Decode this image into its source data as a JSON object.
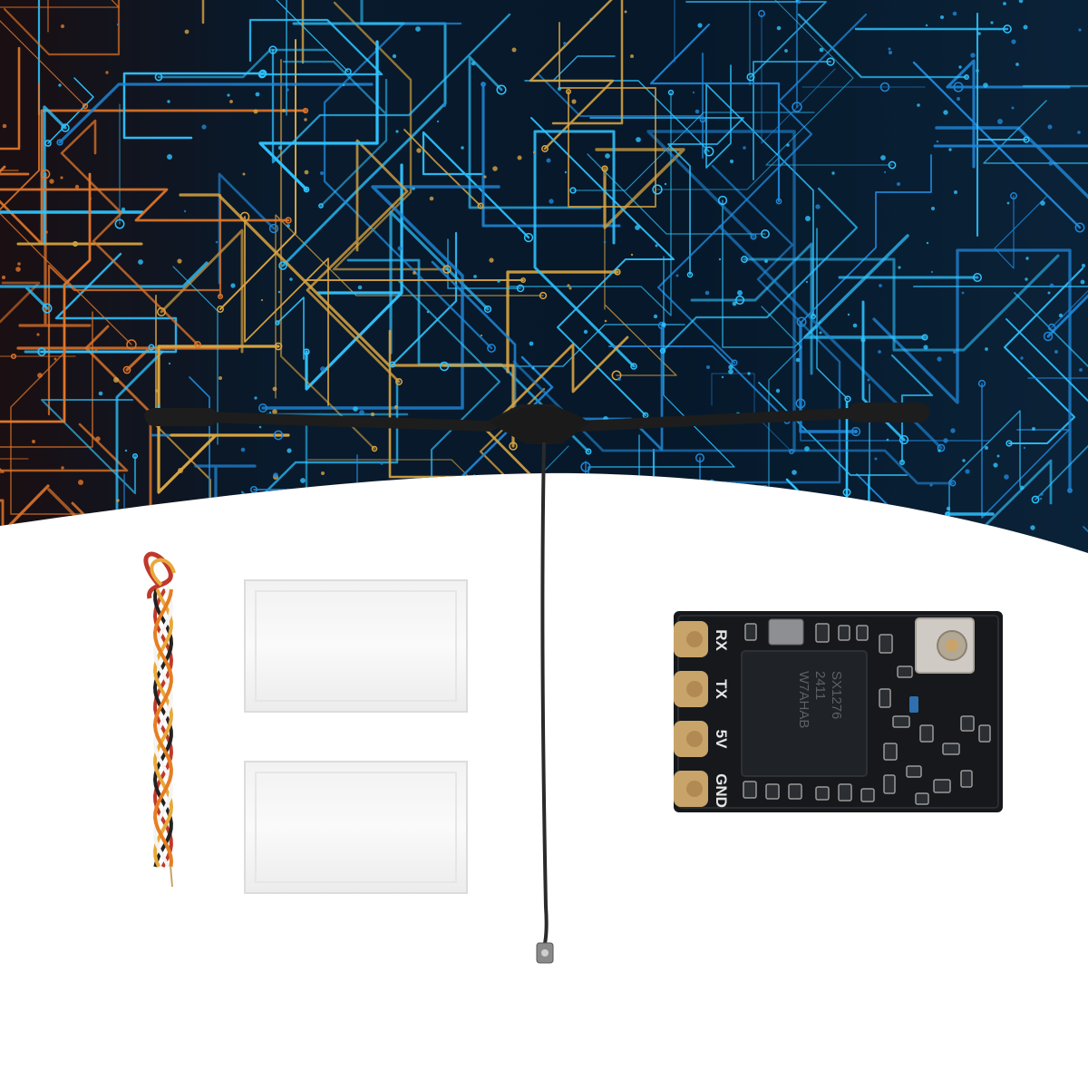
{
  "colors": {
    "background_top": "#0b1a2e",
    "trace_cyan": "#2fc3ff",
    "trace_blue": "#1f86d6",
    "trace_orange": "#e0762a",
    "trace_gold": "#d9a441",
    "white": "#ffffff",
    "pcb_black": "#16181b",
    "pad_gold": "#c9a46a",
    "antenna_black": "#1d1d1d"
  },
  "receiver_board": {
    "pin_labels": [
      "RX",
      "TX",
      "5V",
      "GND"
    ],
    "chip_text": [
      "SX1276",
      "2411",
      "W7AHAB"
    ]
  },
  "icons": [
    "circuit-background",
    "t-antenna-icon",
    "wire-harness-icon",
    "film-sheet-icon",
    "receiver-board-icon",
    "ufl-connector-icon"
  ]
}
